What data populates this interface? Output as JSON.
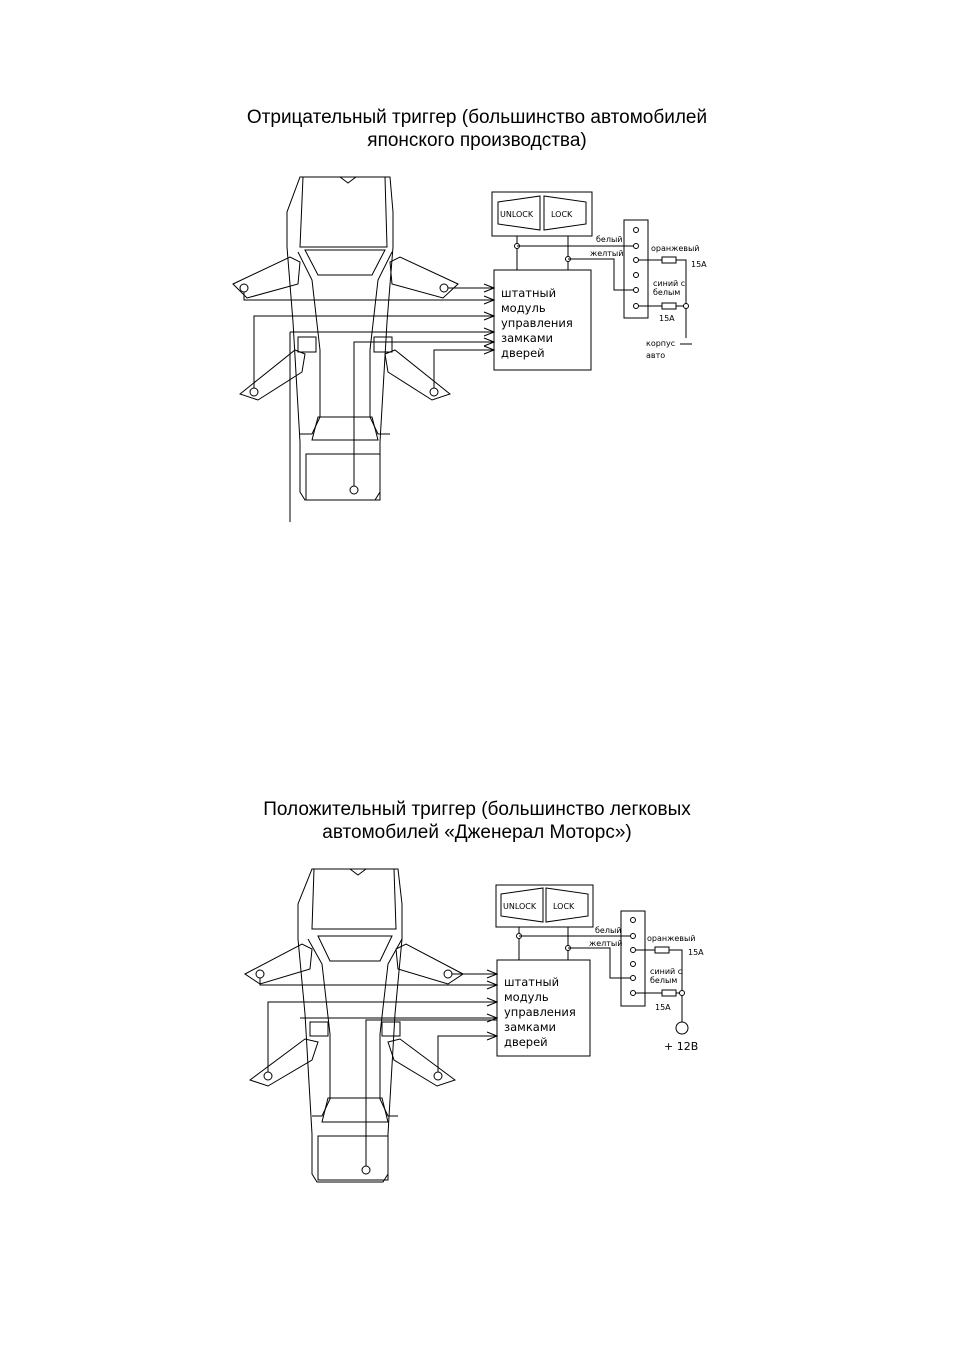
{
  "diagrams": [
    {
      "title_line1": "Отрицательный триггер (большинство автомобилей",
      "title_line2": "японского производства)",
      "unlock": "UNLOCK",
      "lock": "LOCK",
      "module": [
        "штатный",
        "модуль",
        "управления",
        "замками",
        "дверей"
      ],
      "wire_white": "белый",
      "wire_yellow": "желтый",
      "wire_orange": "оранжевый",
      "wire_blue_white_1": "синий с",
      "wire_blue_white_2": "белым",
      "fuse_top": "15A",
      "fuse_bottom": "15A",
      "terminal_1": "корпус",
      "terminal_2": "авто"
    },
    {
      "title_line1": "Положительный триггер (большинство легковых",
      "title_line2": "автомобилей «Дженерал Моторс»)",
      "unlock": "UNLOCK",
      "lock": "LOCK",
      "module": [
        "штатный",
        "модуль",
        "управления",
        "замками",
        "дверей"
      ],
      "wire_white": "белый",
      "wire_yellow": "желтый",
      "wire_orange": "оранжевый",
      "wire_blue_white_1": "синий с",
      "wire_blue_white_2": "белым",
      "fuse_top": "15A",
      "fuse_bottom": "15A",
      "terminal_1": "+ 12В",
      "terminal_2": ""
    }
  ]
}
